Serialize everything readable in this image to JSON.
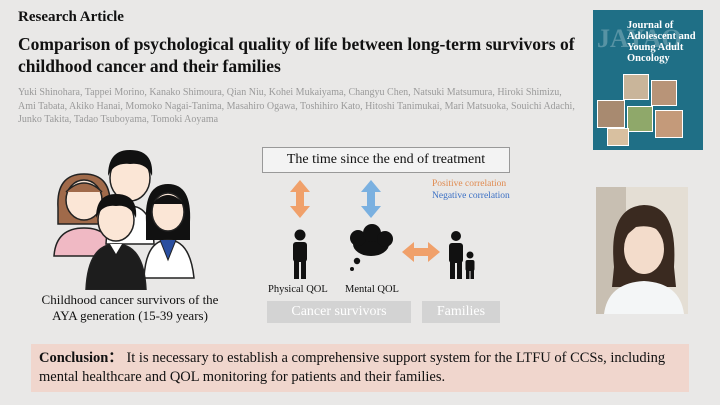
{
  "header": {
    "article_type": "Research Article",
    "title": "Comparison of psychological quality of life between long-term survivors of childhood cancer and their families",
    "authors": "Yuki Shinohara, Tappei Morino, Kanako Shimoura, Qian Niu, Kohei Mukaiyama, Changyu Chen, Natsuki Matsumura, Hiroki Shimizu, Ami Tabata, Akiko Hanai, Momoko Nagai-Tanima, Masahiro Ogawa, Toshihiro Kato, Hitoshi Tanimukai, Mari Matsuoka, Souichi Adachi, Junko Takita, Tadao Tsuboyama, Tomoki Aoyama"
  },
  "journal_cover": {
    "title": "Journal of Adolescent and Young Adult Oncology",
    "abbrev": "JAYAO"
  },
  "diagram": {
    "time_box": "The time since the end of treatment",
    "positive_label": "Positive correlation",
    "negative_label": "Negative correlation",
    "physical_qol": "Physical QOL",
    "mental_qol": "Mental QOL",
    "cancer_survivors": "Cancer survivors",
    "families": "Families",
    "survivors_caption": "Childhood cancer survivors of the AYA generation (15-39 years)"
  },
  "conclusion": {
    "label": "Conclusion：",
    "text": " It is necessary to establish a comprehensive support system for the LTFU of CCSs, including mental healthcare and QOL monitoring for patients and their families."
  },
  "colors": {
    "positive": "#f0a06a",
    "negative": "#7ab0e0",
    "conclusion_bg": "#f0d6cd",
    "box_gray": "#d3d3d3"
  }
}
